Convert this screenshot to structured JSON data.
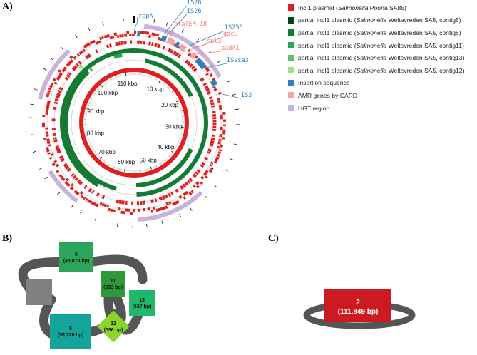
{
  "panels": {
    "a": "A)",
    "b": "B)",
    "c": "C)"
  },
  "legend": [
    {
      "color": "#e02020",
      "pre": "IncI1 plasmid (",
      "species": "Salmonella",
      "post": " Poona SA85)"
    },
    {
      "color": "#0b3d1c",
      "pre": "partial IncI1 plasmid (",
      "species": "Salmonella",
      "post": " Weltevreden SA5, contig5)"
    },
    {
      "color": "#157a34",
      "pre": "partial IncI1 plasmid (",
      "species": "Salmonella",
      "post": " Weltevreden SA5, contig6)"
    },
    {
      "color": "#2ba55a",
      "pre": "partial IncI1 plasmid (",
      "species": "Salmonella",
      "post": " Weltevreden SA5, contig11)"
    },
    {
      "color": "#5cc06a",
      "pre": "partial IncI1 plasmid (",
      "species": "Salmonella",
      "post": " Weltevreden SA5, contig13)"
    },
    {
      "color": "#9ddf8e",
      "pre": "partial IncI1 plasmid (",
      "species": "Salmonella",
      "post": " Weltevreden SA5, contig12)"
    },
    {
      "color": "#2f7fc1",
      "pre": "Insertion sequence",
      "species": "",
      "post": ""
    },
    {
      "color": "#f4a3a3",
      "pre": "AMR genes by CARD",
      "species": "",
      "post": ""
    },
    {
      "color": "#c9b3da",
      "pre": "HGT region",
      "species": "",
      "post": ""
    }
  ],
  "ring_labels": [
    "10 kbp",
    "20 kbp",
    "30 kbp",
    "40 kbp",
    "50 kbp",
    "60 kbp",
    "70 kbp",
    "80 kbp",
    "90 kbp",
    "100 kbp",
    "110 kbp"
  ],
  "gene_labels": [
    {
      "text": "repA",
      "color": "#2f7fc1"
    },
    {
      "text": "IS26",
      "color": "#2f7fc1"
    },
    {
      "text": "IS26",
      "color": "#2f7fc1"
    },
    {
      "text": "blaTEM-1B",
      "color": "#f08080"
    },
    {
      "text": "IS256",
      "color": "#2f7fc1"
    },
    {
      "text": "sul3",
      "color": "#f08080"
    },
    {
      "text": "qacL",
      "color": "#f08080"
    },
    {
      "text": "aadA1",
      "color": "#f08080"
    },
    {
      "text": "ISVsa3",
      "color": "#2f7fc1"
    },
    {
      "text": "IS3",
      "color": "#2f7fc1"
    }
  ],
  "graph_b_nodes": [
    {
      "id": "6",
      "len": "(48,873 bp)",
      "color": "#2ca45b"
    },
    {
      "id": "11",
      "len": "(553 bp)",
      "color": "#2d9a3a"
    },
    {
      "id": "13",
      "len": "(627 bp)",
      "color": "#1fb86a"
    },
    {
      "id": "12",
      "len": "(536 bp)",
      "color": "#8ad52c"
    },
    {
      "id": "5",
      "len": "(55,720 bp)",
      "color": "#13a59b"
    },
    {
      "id": "",
      "len": "",
      "color": "#808080"
    }
  ],
  "graph_c_node": {
    "id": "2",
    "len": "(111,849 bp)",
    "color": "#cc1a22"
  }
}
